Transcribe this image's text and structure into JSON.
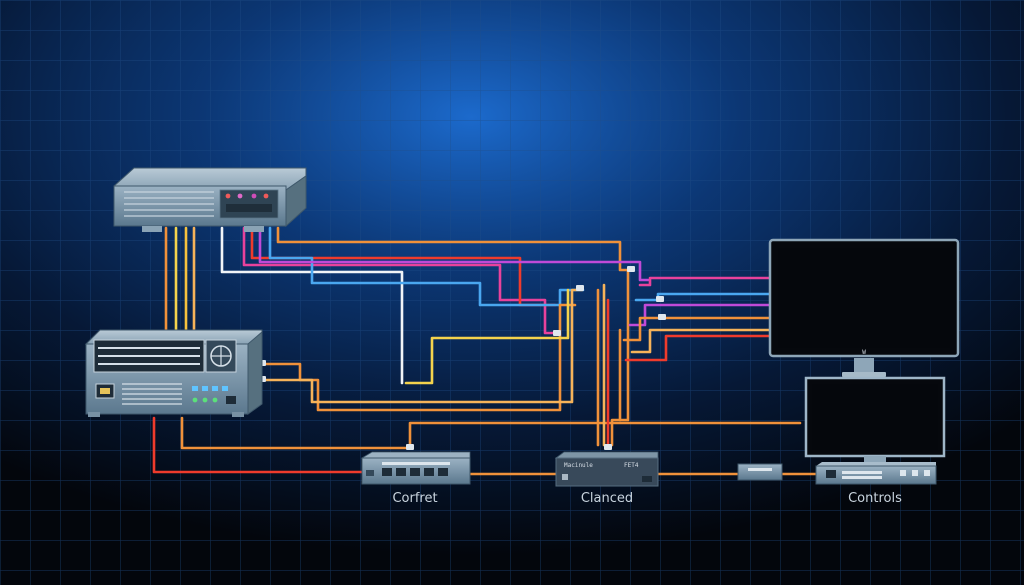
{
  "diagram": {
    "labels": {
      "switch_left": "Corfret",
      "switch_center": "Clanced",
      "controls": "Controls"
    },
    "device_text": {
      "center_switch": "Macinule",
      "center_switch_code": "FET4",
      "monitor_badge": "W"
    },
    "colors": {
      "background_glow": "#1d6fd6",
      "grid": "#1f4d86",
      "device_body": "#6e8ba0",
      "screen": "#05070c",
      "cable_orange": "#f0913a",
      "cable_yellow": "#f4d34d",
      "cable_red": "#ef3b2c",
      "cable_pink": "#e8429c",
      "cable_magenta": "#c04ad8",
      "cable_blue": "#4aa7f0",
      "cable_white": "#f1f4f7",
      "cable_light_orange": "#f6b35a"
    }
  }
}
